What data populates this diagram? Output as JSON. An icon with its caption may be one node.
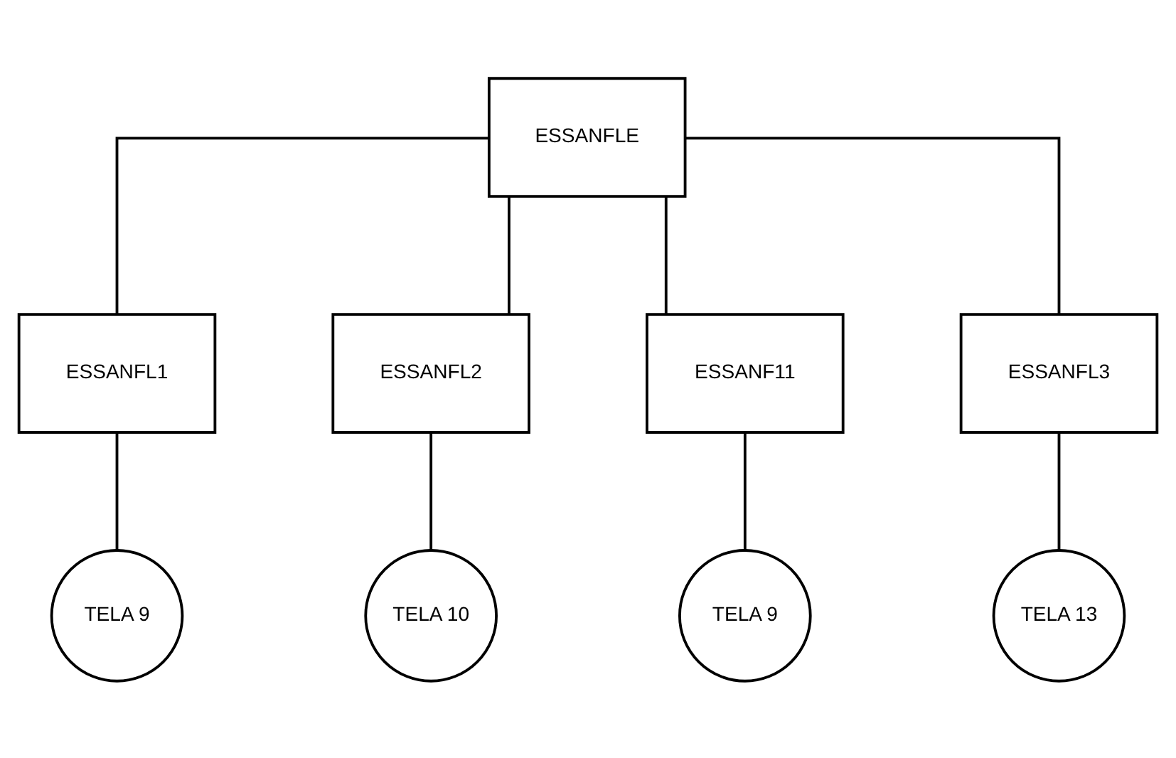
{
  "diagram": {
    "nodes": [
      {
        "text": [
          "ESSANFLE"
        ]
      },
      {
        "text": [
          "ESSANFL1"
        ]
      },
      {
        "text": [
          "ESSANFL2"
        ]
      },
      {
        "text": [
          "ESSANF11"
        ]
      },
      {
        "text": [
          "ESSANFL3"
        ]
      },
      {
        "text": [
          "TELA 9"
        ]
      },
      {
        "text": [
          "TELA 10"
        ]
      },
      {
        "text": [
          "TELA 9"
        ]
      },
      {
        "text": [
          "TELA 13"
        ]
      }
    ],
    "edges": [
      {
        "from": 0,
        "to": 1,
        "arrow": "none"
      },
      {
        "from": 0,
        "to": 2,
        "arrow": "none"
      },
      {
        "from": 0,
        "to": 3,
        "arrow": "none"
      },
      {
        "from": 0,
        "to": 4,
        "arrow": "none"
      },
      {
        "from": 1,
        "to": 5,
        "arrow": "none"
      },
      {
        "from": 2,
        "to": 6,
        "arrow": "none"
      },
      {
        "from": 3,
        "to": 7,
        "arrow": "none"
      },
      {
        "from": 4,
        "to": 8,
        "arrow": "none"
      }
    ]
  }
}
